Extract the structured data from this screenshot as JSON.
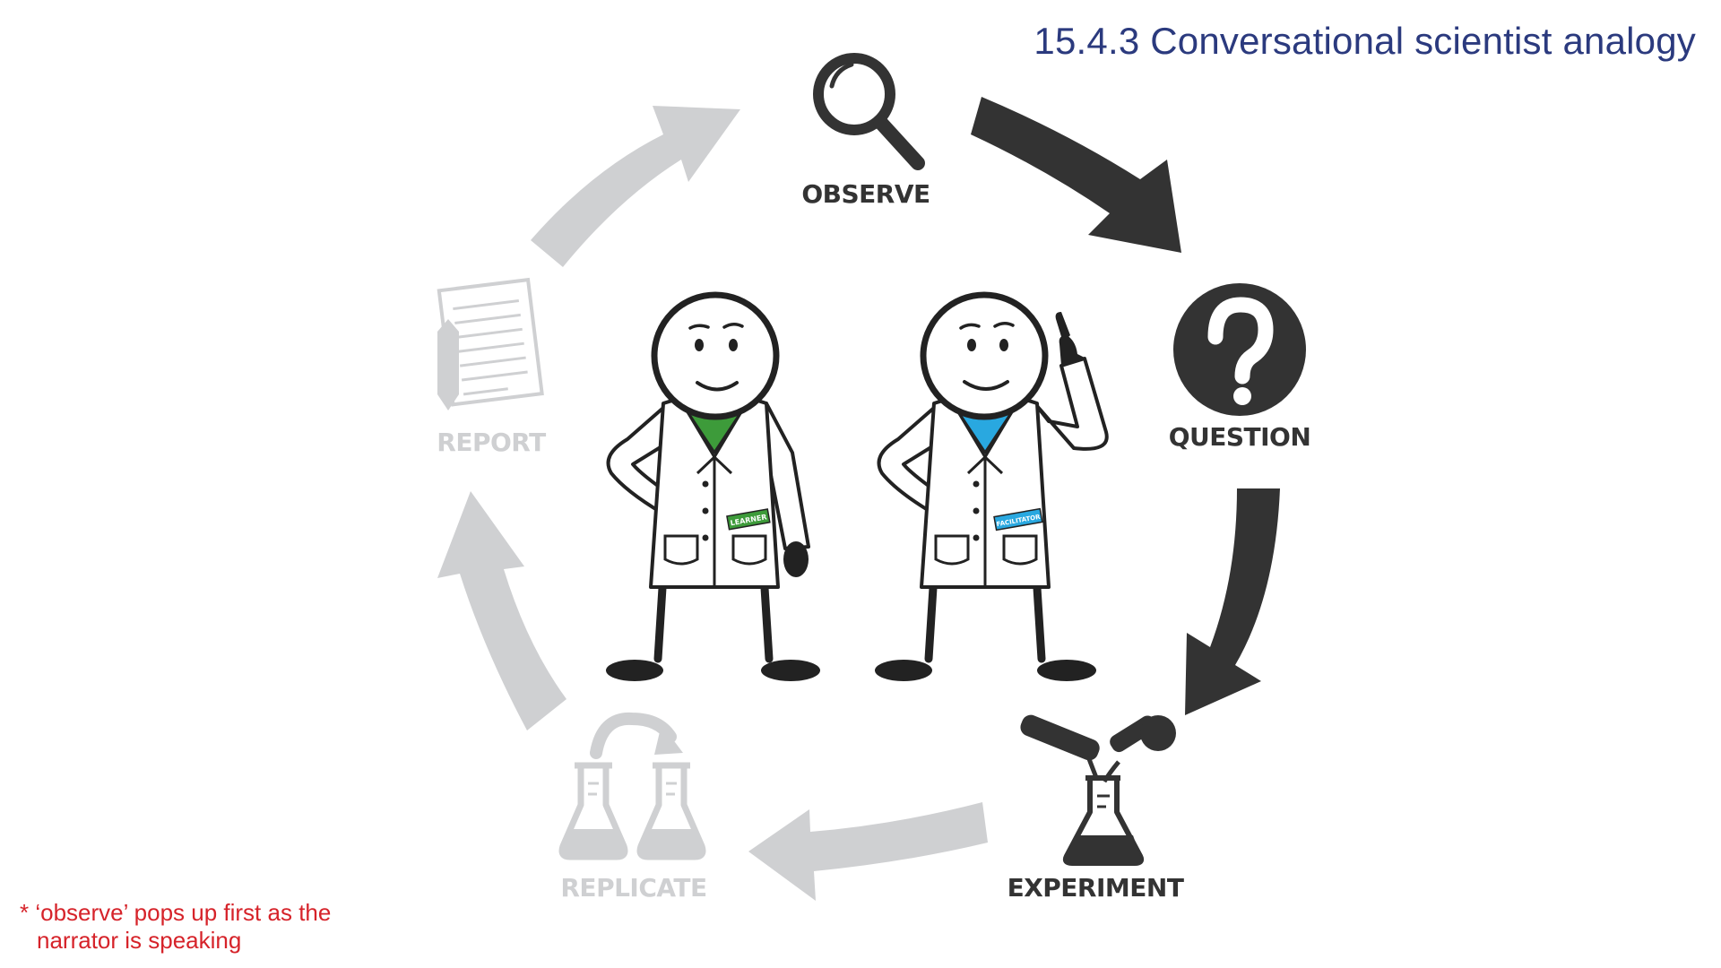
{
  "title": "15.4.3 Conversational scientist analogy",
  "footnote": {
    "line1": "* ‘observe’ pops up first as the",
    "line2": "narrator is speaking"
  },
  "stages": {
    "observe": {
      "label": "OBSERVE",
      "icon": "magnifier-icon",
      "active": true
    },
    "question": {
      "label": "QUESTION",
      "icon": "question-icon",
      "active": true
    },
    "experiment": {
      "label": "EXPERIMENT",
      "icon": "flask-pour-icon",
      "active": true
    },
    "replicate": {
      "label": "REPLICATE",
      "icon": "twin-flasks-icon",
      "active": false
    },
    "report": {
      "label": "REPORT",
      "icon": "document-pencil-icon",
      "active": false
    }
  },
  "characters": {
    "learner": {
      "badge": "LEARNER",
      "accent": "#3d9b3a"
    },
    "facilitator": {
      "badge": "FACILITATOR",
      "accent": "#29a8e0"
    }
  },
  "colors": {
    "active": "#333333",
    "inactive": "#cfd0d2",
    "title": "#2b3a7e",
    "note": "#d6232a"
  }
}
